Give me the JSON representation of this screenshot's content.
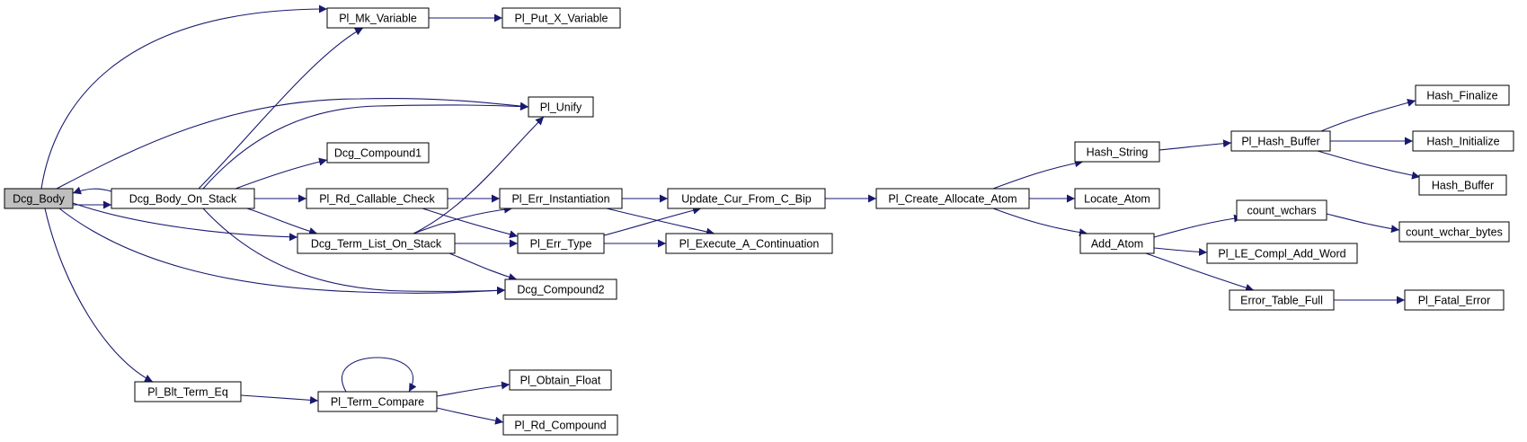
{
  "graph": {
    "edge_color": "#191970",
    "root_fill": "#bfbfbf",
    "node_fill": "#ffffff",
    "nodes": [
      {
        "id": "dcg_body",
        "label": "Dcg_Body"
      },
      {
        "id": "dcg_body_on_stack",
        "label": "Dcg_Body_On_Stack"
      },
      {
        "id": "pl_mk_variable",
        "label": "Pl_Mk_Variable"
      },
      {
        "id": "pl_put_x_variable",
        "label": "Pl_Put_X_Variable"
      },
      {
        "id": "pl_unify",
        "label": "Pl_Unify"
      },
      {
        "id": "dcg_compound1",
        "label": "Dcg_Compound1"
      },
      {
        "id": "pl_rd_callable_check",
        "label": "Pl_Rd_Callable_Check"
      },
      {
        "id": "dcg_term_list_on_stack",
        "label": "Dcg_Term_List_On_Stack"
      },
      {
        "id": "dcg_compound2",
        "label": "Dcg_Compound2"
      },
      {
        "id": "pl_err_instantiation",
        "label": "Pl_Err_Instantiation"
      },
      {
        "id": "pl_err_type",
        "label": "Pl_Err_Type"
      },
      {
        "id": "update_cur_from_c_bip",
        "label": "Update_Cur_From_C_Bip"
      },
      {
        "id": "pl_execute_a_continuation",
        "label": "Pl_Execute_A_Continuation"
      },
      {
        "id": "pl_create_allocate_atom",
        "label": "Pl_Create_Allocate_Atom"
      },
      {
        "id": "hash_string",
        "label": "Hash_String"
      },
      {
        "id": "locate_atom",
        "label": "Locate_Atom"
      },
      {
        "id": "add_atom",
        "label": "Add_Atom"
      },
      {
        "id": "pl_hash_buffer",
        "label": "Pl_Hash_Buffer"
      },
      {
        "id": "hash_finalize",
        "label": "Hash_Finalize"
      },
      {
        "id": "hash_initialize",
        "label": "Hash_Initialize"
      },
      {
        "id": "hash_buffer",
        "label": "Hash_Buffer"
      },
      {
        "id": "count_wchars",
        "label": "count_wchars"
      },
      {
        "id": "count_wchar_bytes",
        "label": "count_wchar_bytes"
      },
      {
        "id": "pl_le_compl_add_word",
        "label": "Pl_LE_Compl_Add_Word"
      },
      {
        "id": "error_table_full",
        "label": "Error_Table_Full"
      },
      {
        "id": "pl_fatal_error",
        "label": "Pl_Fatal_Error"
      },
      {
        "id": "pl_blt_term_eq",
        "label": "Pl_Blt_Term_Eq"
      },
      {
        "id": "pl_term_compare",
        "label": "Pl_Term_Compare"
      },
      {
        "id": "pl_obtain_float",
        "label": "Pl_Obtain_Float"
      },
      {
        "id": "pl_rd_compound",
        "label": "Pl_Rd_Compound"
      }
    ],
    "edges": [
      {
        "from": "dcg_body",
        "to": "dcg_body_on_stack"
      },
      {
        "from": "dcg_body",
        "to": "pl_mk_variable"
      },
      {
        "from": "dcg_body",
        "to": "pl_unify"
      },
      {
        "from": "dcg_body",
        "to": "dcg_term_list_on_stack"
      },
      {
        "from": "dcg_body",
        "to": "dcg_compound2"
      },
      {
        "from": "dcg_body",
        "to": "pl_blt_term_eq"
      },
      {
        "from": "dcg_body_on_stack",
        "to": "dcg_body"
      },
      {
        "from": "dcg_body_on_stack",
        "to": "pl_mk_variable"
      },
      {
        "from": "dcg_body_on_stack",
        "to": "pl_unify"
      },
      {
        "from": "dcg_body_on_stack",
        "to": "dcg_compound1"
      },
      {
        "from": "dcg_body_on_stack",
        "to": "pl_rd_callable_check"
      },
      {
        "from": "dcg_body_on_stack",
        "to": "dcg_term_list_on_stack"
      },
      {
        "from": "dcg_body_on_stack",
        "to": "dcg_compound2"
      },
      {
        "from": "pl_mk_variable",
        "to": "pl_put_x_variable"
      },
      {
        "from": "pl_rd_callable_check",
        "to": "pl_err_instantiation"
      },
      {
        "from": "pl_rd_callable_check",
        "to": "pl_err_type"
      },
      {
        "from": "dcg_term_list_on_stack",
        "to": "pl_unify"
      },
      {
        "from": "dcg_term_list_on_stack",
        "to": "pl_err_instantiation"
      },
      {
        "from": "dcg_term_list_on_stack",
        "to": "pl_err_type"
      },
      {
        "from": "dcg_term_list_on_stack",
        "to": "dcg_compound2"
      },
      {
        "from": "pl_err_instantiation",
        "to": "update_cur_from_c_bip"
      },
      {
        "from": "pl_err_instantiation",
        "to": "pl_execute_a_continuation"
      },
      {
        "from": "pl_err_type",
        "to": "update_cur_from_c_bip"
      },
      {
        "from": "pl_err_type",
        "to": "pl_execute_a_continuation"
      },
      {
        "from": "update_cur_from_c_bip",
        "to": "pl_create_allocate_atom"
      },
      {
        "from": "pl_create_allocate_atom",
        "to": "hash_string"
      },
      {
        "from": "pl_create_allocate_atom",
        "to": "locate_atom"
      },
      {
        "from": "pl_create_allocate_atom",
        "to": "add_atom"
      },
      {
        "from": "hash_string",
        "to": "pl_hash_buffer"
      },
      {
        "from": "pl_hash_buffer",
        "to": "hash_finalize"
      },
      {
        "from": "pl_hash_buffer",
        "to": "hash_initialize"
      },
      {
        "from": "pl_hash_buffer",
        "to": "hash_buffer"
      },
      {
        "from": "add_atom",
        "to": "count_wchars"
      },
      {
        "from": "add_atom",
        "to": "pl_le_compl_add_word"
      },
      {
        "from": "add_atom",
        "to": "error_table_full"
      },
      {
        "from": "count_wchars",
        "to": "count_wchar_bytes"
      },
      {
        "from": "error_table_full",
        "to": "pl_fatal_error"
      },
      {
        "from": "pl_blt_term_eq",
        "to": "pl_term_compare"
      },
      {
        "from": "pl_term_compare",
        "to": "pl_term_compare"
      },
      {
        "from": "pl_term_compare",
        "to": "pl_obtain_float"
      },
      {
        "from": "pl_term_compare",
        "to": "pl_rd_compound"
      }
    ]
  }
}
